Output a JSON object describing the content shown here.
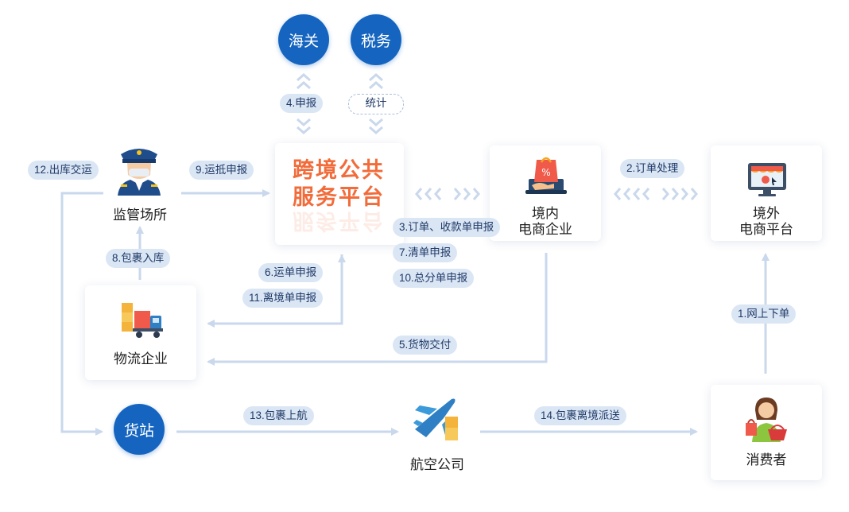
{
  "nodes": {
    "customs": "海关",
    "tax": "税务",
    "platform_line1": "跨境公共",
    "platform_line2": "服务平台",
    "domestic_ecommerce": [
      "境内",
      "电商企业"
    ],
    "foreign_platform": [
      "境外",
      "电商平台"
    ],
    "supervision_site": "监管场所",
    "logistics": "物流企业",
    "cargo_station": "货站",
    "airline": "航空公司",
    "consumer": "消费者"
  },
  "steps": {
    "s1": "1.网上下单",
    "s2": "2.订单处理",
    "s3": "3.订单、收款单申报",
    "s4": "4.申报",
    "s5": "5.货物交付",
    "s6": "6.运单申报",
    "s7": "7.清单申报",
    "s8": "8.包裹入库",
    "s9": "9.运抵申报",
    "s10": "10.总分单申报",
    "s11": "11.离境单申报",
    "s12": "12.出库交运",
    "s13": "13.包裹上航",
    "s14": "14.包裹离境派送",
    "stat": "统计"
  },
  "colors": {
    "primary_blue": "#1565c0",
    "arrow": "#c9d8ec",
    "pill_bg": "#dbe6f5",
    "platform_orange": "#f26b3a"
  },
  "icons": {
    "supervision_site": "customs-officer-icon",
    "platform": "platform-logo-text",
    "domestic_ecommerce": "shopping-bag-laptop-icon",
    "foreign_platform": "storefront-monitor-icon",
    "logistics": "truck-boxes-icon",
    "airline": "airplane-boxes-icon",
    "consumer": "shopper-basket-icon"
  }
}
